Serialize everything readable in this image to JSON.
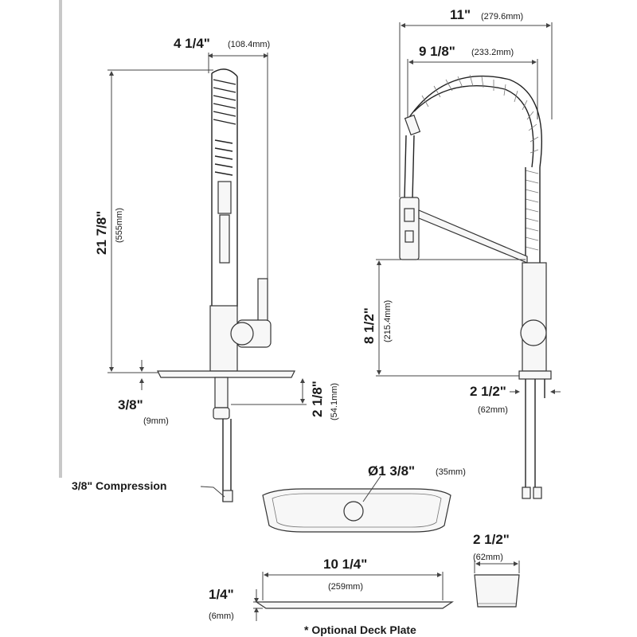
{
  "side_view": {
    "width_dim": "4 1/4\"",
    "width_dim_mm": "(108.4mm)",
    "height_dim": "21 7/8\"",
    "height_dim_mm": "(555mm)",
    "base_dim": "3/8\"",
    "base_dim_mm": "(9mm)",
    "shank_dim": "2 1/8\"",
    "shank_dim_mm": "(54.1mm)",
    "connection_label": "3/8\" Compression"
  },
  "front_view": {
    "reach_dim": "11\"",
    "reach_dim_mm": "(279.6mm)",
    "spout_dim": "9 1/8\"",
    "spout_dim_mm": "(233.2mm)",
    "handle_height_dim": "8 1/2\"",
    "handle_height_dim_mm": "(215.4mm)",
    "base_dia_dim": "2 1/2\"",
    "base_dia_dim_mm": "(62mm)"
  },
  "deck_plate": {
    "hole_dim": "Ø1 3/8\"",
    "hole_dim_mm": "(35mm)",
    "length_dim": "10 1/4\"",
    "length_dim_mm": "(259mm)",
    "thickness_dim": "1/4\"",
    "thickness_dim_mm": "(6mm)",
    "width_dim": "2 1/2\"",
    "width_dim_mm": "(62mm)",
    "caption": "* Optional Deck Plate"
  },
  "colors": {
    "line": "#444444",
    "text": "#1a1a1a",
    "border": "#c8c8c8"
  }
}
